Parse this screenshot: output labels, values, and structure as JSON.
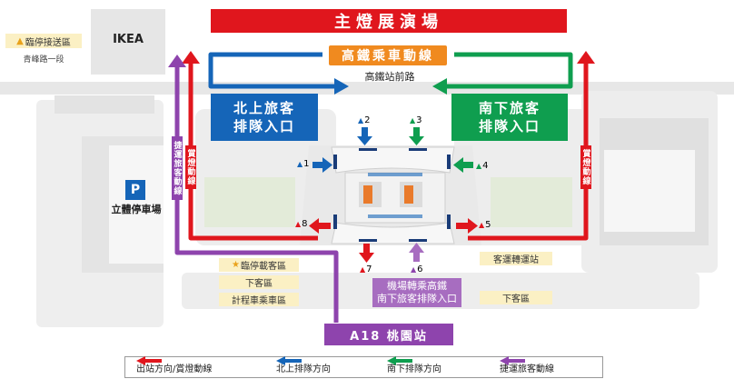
{
  "title": "主燈展演場",
  "hsr_route": "高鐵乘車動線",
  "hsr_front_road": "高鐵站前路",
  "northbound_entrance": {
    "line1": "北上旅客",
    "line2": "排隊入口"
  },
  "southbound_entrance": {
    "line1": "南下旅客",
    "line2": "排隊入口"
  },
  "temp_dropoff": "臨停接送區",
  "road_name": "青峰路一段",
  "ikea": "IKEA",
  "parking_symbol": "P",
  "parking_label": "立體停車場",
  "mrt_vertical_label": "捷運旅客動線",
  "exit_vertical_left": "賞燈動線",
  "exit_vertical_right": "賞燈動線",
  "gates": [
    {
      "num": "1",
      "color": "#1565b8"
    },
    {
      "num": "2",
      "color": "#1565b8"
    },
    {
      "num": "3",
      "color": "#0f9e4f"
    },
    {
      "num": "4",
      "color": "#0f9e4f"
    },
    {
      "num": "5",
      "color": "#e0161d"
    },
    {
      "num": "6",
      "color": "#8e44ad"
    },
    {
      "num": "7",
      "color": "#e0161d"
    },
    {
      "num": "8",
      "color": "#e0161d"
    }
  ],
  "temp_stop_star": "★",
  "temp_stop_passenger": "臨停載客區",
  "dropoff_left": "下客區",
  "taxi": "計程車乘車區",
  "airport_transfer": {
    "line1": "機場轉乘高鐵",
    "line2": "南下旅客排隊入口"
  },
  "bus_transfer": "客運轉運站",
  "dropoff_right": "下客區",
  "station": "A18 桃園站",
  "legend": [
    {
      "label": "出站方向/賞燈動線",
      "color": "#e0161d"
    },
    {
      "label": "北上排隊方向",
      "color": "#1565b8"
    },
    {
      "label": "南下排隊方向",
      "color": "#0f9e4f"
    },
    {
      "label": "捷運旅客動線",
      "color": "#8e44ad"
    }
  ]
}
